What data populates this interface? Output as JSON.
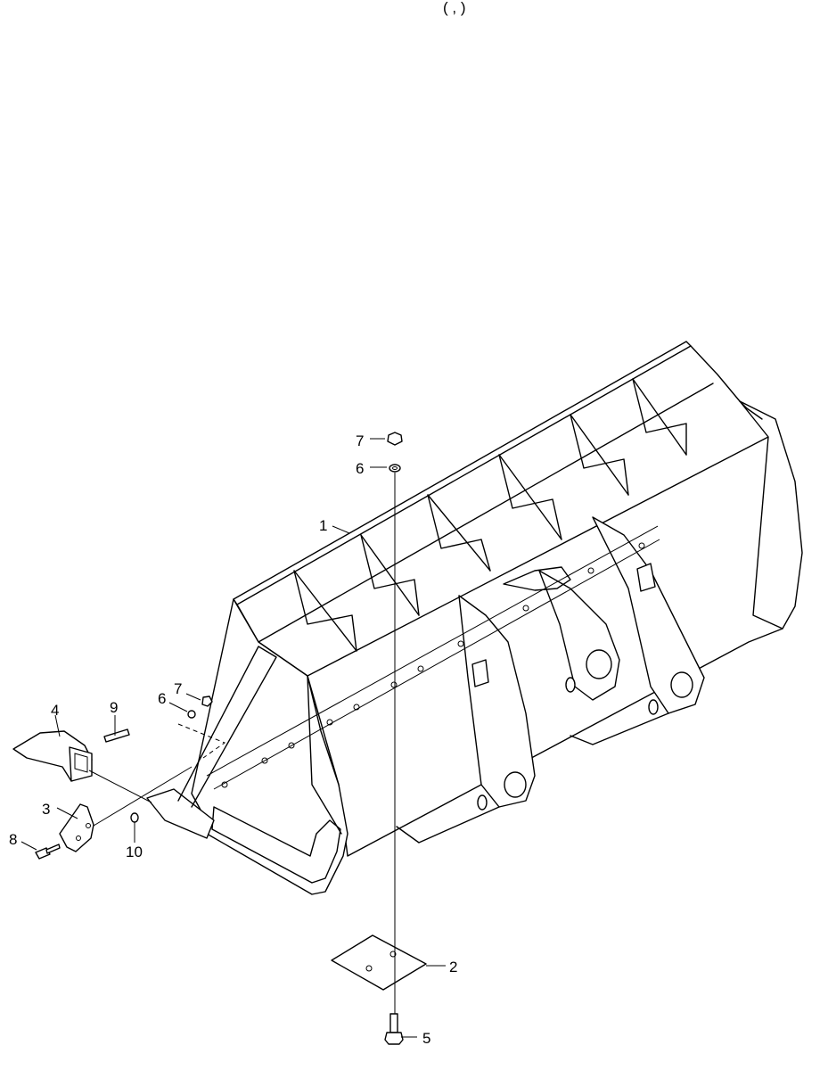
{
  "header_fragment": "( ,  )",
  "callouts": [
    {
      "id": "1",
      "text": "1"
    },
    {
      "id": "2",
      "text": "2"
    },
    {
      "id": "3",
      "text": "3"
    },
    {
      "id": "4",
      "text": "4"
    },
    {
      "id": "5",
      "text": "5"
    },
    {
      "id": "6a",
      "text": "6"
    },
    {
      "id": "6b",
      "text": "6"
    },
    {
      "id": "7a",
      "text": "7"
    },
    {
      "id": "7b",
      "text": "7"
    },
    {
      "id": "8",
      "text": "8"
    },
    {
      "id": "9",
      "text": "9"
    },
    {
      "id": "10",
      "text": "10"
    }
  ]
}
